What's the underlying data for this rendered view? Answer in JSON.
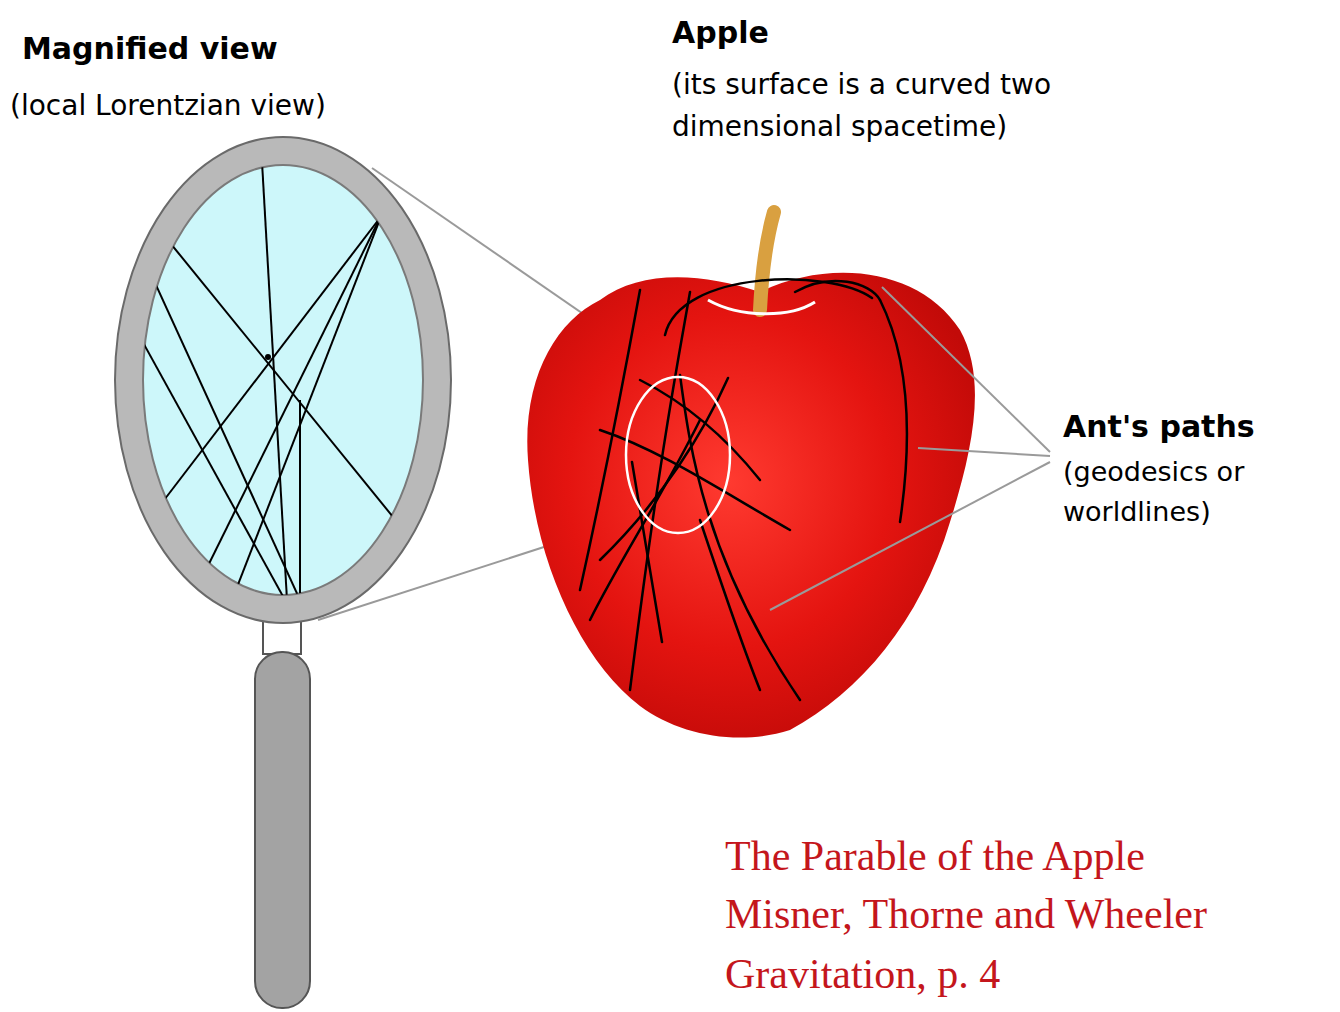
{
  "diagram": {
    "labels": [
      "Magnified view",
      "(local Lorentzian view)",
      "Apple",
      "(its surface is a curved two dimensional spacetime)",
      "Ant's paths",
      "(geodesics or worldlines)",
      "The Parable of the Apple",
      "Misner, Thorne and Wheeler",
      "Gravitation, p. 4"
    ]
  }
}
